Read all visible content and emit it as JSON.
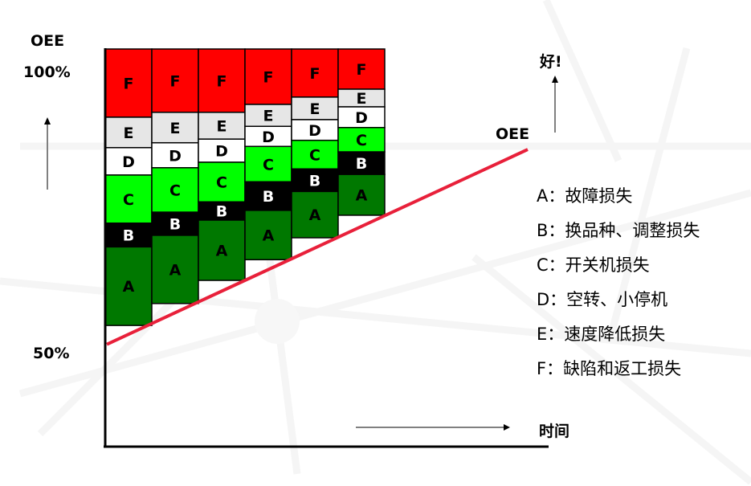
{
  "axis": {
    "y_title": "OEE",
    "y_top_label": "100%",
    "y_bottom_label": "50%",
    "x_title": "时间",
    "good_label": "好!",
    "line_label": "OEE"
  },
  "colors": {
    "A": "#007800",
    "B": "#000000",
    "C": "#00ff00",
    "D": "#ffffff",
    "E": "#e6e6e6",
    "F": "#ff0000",
    "oee_line": "#e8203a",
    "text_on_B": "#ffffff",
    "text_default": "#000000"
  },
  "legend": [
    {
      "key": "A",
      "text": "A：故障损失"
    },
    {
      "key": "B",
      "text": "B：换品种、调整损失"
    },
    {
      "key": "C",
      "text": "C：开关机损失"
    },
    {
      "key": "D",
      "text": "D：空转、小停机"
    },
    {
      "key": "E",
      "text": "E：速度降低损失"
    },
    {
      "key": "F",
      "text": "F：缺陷和返工损失"
    }
  ],
  "chart_data": {
    "type": "bar",
    "subtype": "stacked-floating",
    "title": "",
    "xlabel": "时间",
    "ylabel": "OEE",
    "ylim": [
      50,
      100
    ],
    "y_ticks": [
      "100%",
      "50%"
    ],
    "segment_order_top_to_bottom": [
      "F",
      "E",
      "D",
      "C",
      "B",
      "A"
    ],
    "columns": [
      {
        "index": 1,
        "boundaries_pct": {
          "top": 100,
          "F": 88.8,
          "E": 83.8,
          "D": 79.3,
          "C": 71.4,
          "B": 67.5,
          "A": 54.6
        }
      },
      {
        "index": 2,
        "boundaries_pct": {
          "top": 100,
          "F": 89.6,
          "E": 84.6,
          "D": 80.5,
          "C": 73.2,
          "B": 69.4,
          "A": 58.2
        }
      },
      {
        "index": 3,
        "boundaries_pct": {
          "top": 100,
          "F": 89.6,
          "E": 85.2,
          "D": 81.4,
          "C": 74.9,
          "B": 71.9,
          "A": 62.0
        }
      },
      {
        "index": 4,
        "boundaries_pct": {
          "top": 100,
          "F": 90.9,
          "E": 87.3,
          "D": 84.0,
          "C": 78.2,
          "B": 73.5,
          "A": 65.4
        }
      },
      {
        "index": 5,
        "boundaries_pct": {
          "top": 100,
          "F": 92.1,
          "E": 88.4,
          "D": 85.0,
          "C": 80.3,
          "B": 76.6,
          "A": 69.0
        }
      },
      {
        "index": 6,
        "boundaries_pct": {
          "top": 100,
          "F": 93.4,
          "E": 90.5,
          "D": 87.1,
          "C": 83.1,
          "B": 79.4,
          "A": 72.7
        }
      }
    ],
    "oee_trend_line": {
      "label": "OEE",
      "start_pct": 51.5,
      "end_pct": 83.5
    }
  }
}
